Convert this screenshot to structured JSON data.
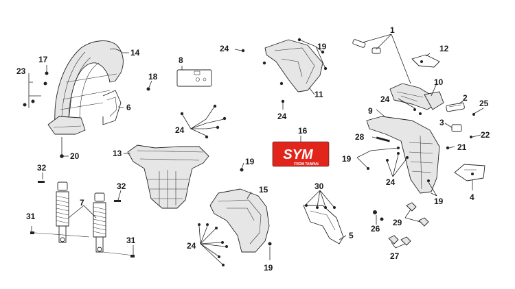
{
  "brand": {
    "name": "SYM",
    "tagline": "FROM TAIWAN",
    "color": "#e1251b"
  },
  "callouts": {
    "c1": "1",
    "c2": "2",
    "c3": "3",
    "c4": "4",
    "c5": "5",
    "c6": "6",
    "c7": "7",
    "c8": "8",
    "c9": "9",
    "c10": "10",
    "c11": "11",
    "c12": "12",
    "c13": "13",
    "c14": "14",
    "c15": "15",
    "c16": "16",
    "c17": "17",
    "c18": "18",
    "c19a": "19",
    "c19b": "19",
    "c19c": "19",
    "c19d": "19",
    "c20": "20",
    "c21": "21",
    "c22": "22",
    "c23": "23",
    "c24a": "24",
    "c24b": "24",
    "c24c": "24",
    "c24d": "24",
    "c24e": "24",
    "c24f": "24",
    "c25": "25",
    "c26": "26",
    "c27": "27",
    "c28": "28",
    "c29": "29",
    "c30": "30",
    "c31a": "31",
    "c31b": "31",
    "c32a": "32",
    "c32b": "32"
  }
}
